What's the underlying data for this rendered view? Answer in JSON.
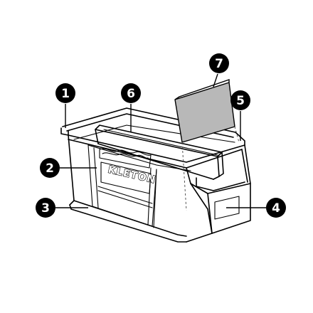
{
  "brand_label": "KLETON",
  "callouts": [
    {
      "number": "1",
      "part": "rim"
    },
    {
      "number": "2",
      "part": "front panel"
    },
    {
      "number": "3",
      "part": "base"
    },
    {
      "number": "4",
      "part": "label window"
    },
    {
      "number": "5",
      "part": "divider slot"
    },
    {
      "number": "6",
      "part": "divider"
    },
    {
      "number": "7",
      "part": "label insert"
    }
  ],
  "colors": {
    "line": "#000000",
    "callout_fill": "#000000",
    "callout_text": "#ffffff",
    "label_insert_fill": "#b8b8b8",
    "background": "#ffffff"
  }
}
